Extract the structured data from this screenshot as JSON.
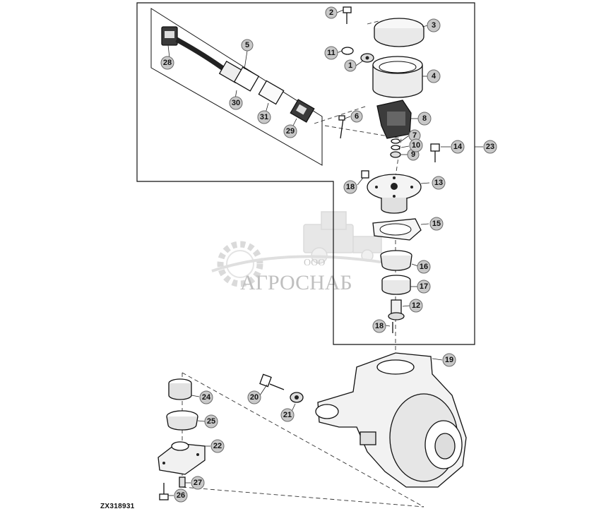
{
  "diagram": {
    "figure_code": "ZX318931",
    "watermark": {
      "small": "ООО",
      "large": "АГРОСНАБ"
    },
    "callouts": {
      "c1": "1",
      "c2": "2",
      "c3": "3",
      "c4": "4",
      "c5": "5",
      "c6": "6",
      "c7": "7",
      "c8": "8",
      "c9": "9",
      "c10": "10",
      "c11": "11",
      "c12": "12",
      "c13": "13",
      "c14": "14",
      "c15": "15",
      "c16": "16",
      "c17": "17",
      "c18a": "18",
      "c18b": "18",
      "c19": "19",
      "c20": "20",
      "c21": "21",
      "c22": "22",
      "c23": "23",
      "c24": "24",
      "c25": "25",
      "c26": "26",
      "c27": "27",
      "c28": "28",
      "c29": "29",
      "c30": "30",
      "c31": "31"
    }
  }
}
